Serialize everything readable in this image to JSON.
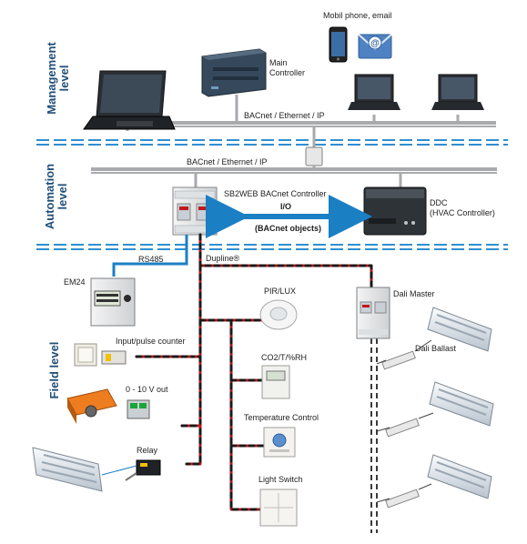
{
  "levels": {
    "management": [
      "Management",
      "level"
    ],
    "automation": [
      "Automation",
      "level"
    ],
    "field": [
      "Field level"
    ]
  },
  "labels": {
    "mobile": "Mobil phone, email",
    "main_controller": [
      "Main",
      "Controller"
    ],
    "bacnet_mgmt": "BACnet / Ethernet / IP",
    "bacnet_auto": "BACnet / Ethernet / IP",
    "sb2web": "SB2WEB BACnet Controller",
    "io": "I/O",
    "bacnet_objects": "(BACnet objects)",
    "ddc": [
      "DDC",
      "(HVAC Controller)"
    ],
    "rs485": "RS485",
    "dupline": "Dupline®",
    "em24": "EM24",
    "pir": "PIR/LUX",
    "dali_master": "Dali Master",
    "dali_ballast": "Dali Ballast",
    "input_pulse": "Input/pulse counter",
    "co2": "CO2/T/%RH",
    "volt_out": "0 - 10 V out",
    "temp_control": "Temperature Control",
    "relay": "Relay",
    "light_switch": "Light Switch"
  },
  "colors": {
    "level_text": "#1f4e78",
    "separator": "#2f8fd0",
    "bus": "#a8aaad",
    "rs485": "#1b7fc4",
    "dupline_red": "#c0181a",
    "dupline_black": "#1a1a1a",
    "arrow": "#1b7fc4"
  }
}
